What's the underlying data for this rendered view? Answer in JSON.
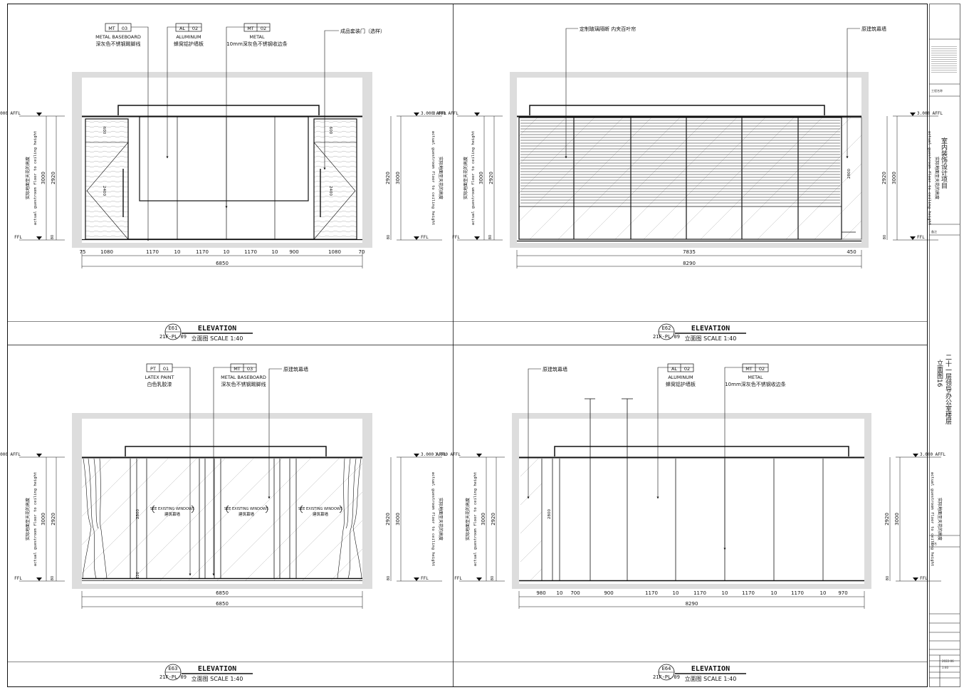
{
  "titleblock": {
    "project": "室内装饰设计项目",
    "drawing_name": "二十一层领导办公室楼层",
    "drawing_sub": "立面图16",
    "scale_value": "1:40",
    "notes_label": "工程名称",
    "remark_label": "备注",
    "sheet_label": "图名",
    "date_value": "2022-06"
  },
  "panels": [
    {
      "id": "E61",
      "ref": "21F-PL-09",
      "title": "ELEVATION",
      "subtitle": "立面图  SCALE 1:40",
      "level_top": "3.000 AFFL",
      "level_bottom": "FFL",
      "height_note_cn": "实际地面至天花的高度",
      "height_note_en": "actual guestroom floor to ceiling height",
      "dims_left": [
        "3000",
        "2920",
        "80"
      ],
      "dims_right": [
        "2920",
        "3000",
        "80"
      ],
      "callouts": [
        {
          "code": "MT",
          "num": "03",
          "en": "METAL BASEBOARD",
          "cn": "深灰色不锈钢踢脚线"
        },
        {
          "code": "AL",
          "num": "02",
          "en": "ALUMINUM",
          "cn": "蜂窝铝护墙板"
        },
        {
          "code": "MT",
          "num": "02",
          "en": "METAL",
          "cn": "10mm深灰色不锈钢收边条"
        },
        {
          "code": "",
          "num": "",
          "en": "",
          "cn": "成品套装门（选样）"
        }
      ],
      "door_dims": [
        "600",
        "2400",
        "600",
        "2400"
      ],
      "dim_row1": [
        "75",
        "1080",
        "1170",
        "10",
        "1170",
        "10",
        "1170",
        "10",
        "900",
        "1080",
        "70"
      ],
      "dim_total": "6850"
    },
    {
      "id": "E62",
      "ref": "21F-PL-09",
      "title": "ELEVATION",
      "subtitle": "立面图  SCALE 1:40",
      "level_top": "3.000 AFFL",
      "level_bottom": "FFL",
      "callouts": [
        {
          "cn": "定制玻璃隔断 内夹百叶帘"
        },
        {
          "cn": "原建筑幕墙"
        }
      ],
      "inner_dim": "2800",
      "dim_row1": [
        "7835",
        "450"
      ],
      "dim_total": "8290"
    },
    {
      "id": "E63",
      "ref": "21F-PL-09",
      "title": "ELEVATION",
      "subtitle": "立面图  SCALE 1:40",
      "level_top": "3.000 AFFL",
      "level_bottom": "FFL",
      "callouts": [
        {
          "code": "PT",
          "num": "01",
          "en": "LATEX PAINT",
          "cn": "白色乳胶漆"
        },
        {
          "code": "MT",
          "num": "03",
          "en": "METAL BASEBOARD",
          "cn": "深灰色不锈钢踢脚线"
        },
        {
          "cn": "原建筑幕墙"
        }
      ],
      "window_note_en": "SEE EXISTING WINDOWS",
      "window_note_cn": "建筑幕墙",
      "inner_dim": "2800",
      "base_dim": "120",
      "dim_row1": [
        "6850"
      ],
      "dim_total": "6850"
    },
    {
      "id": "E64",
      "ref": "21F-PL-09",
      "title": "ELEVATION",
      "subtitle": "立面图  SCALE 1:40",
      "level_top": "3.000 AFFL",
      "level_bottom": "FFL",
      "callouts": [
        {
          "cn": "原建筑幕墙"
        },
        {
          "code": "AL",
          "num": "02",
          "en": "ALUMINUM",
          "cn": "蜂窝铝护墙板"
        },
        {
          "code": "MT",
          "num": "02",
          "en": "METAL",
          "cn": "10mm深灰色不锈钢收边条"
        }
      ],
      "inner_dim": "2800",
      "dim_row1": [
        "980",
        "10",
        "700",
        "900",
        "1170",
        "10",
        "1170",
        "10",
        "1170",
        "10",
        "1170",
        "10",
        "970"
      ],
      "dim_total": "8290"
    }
  ]
}
